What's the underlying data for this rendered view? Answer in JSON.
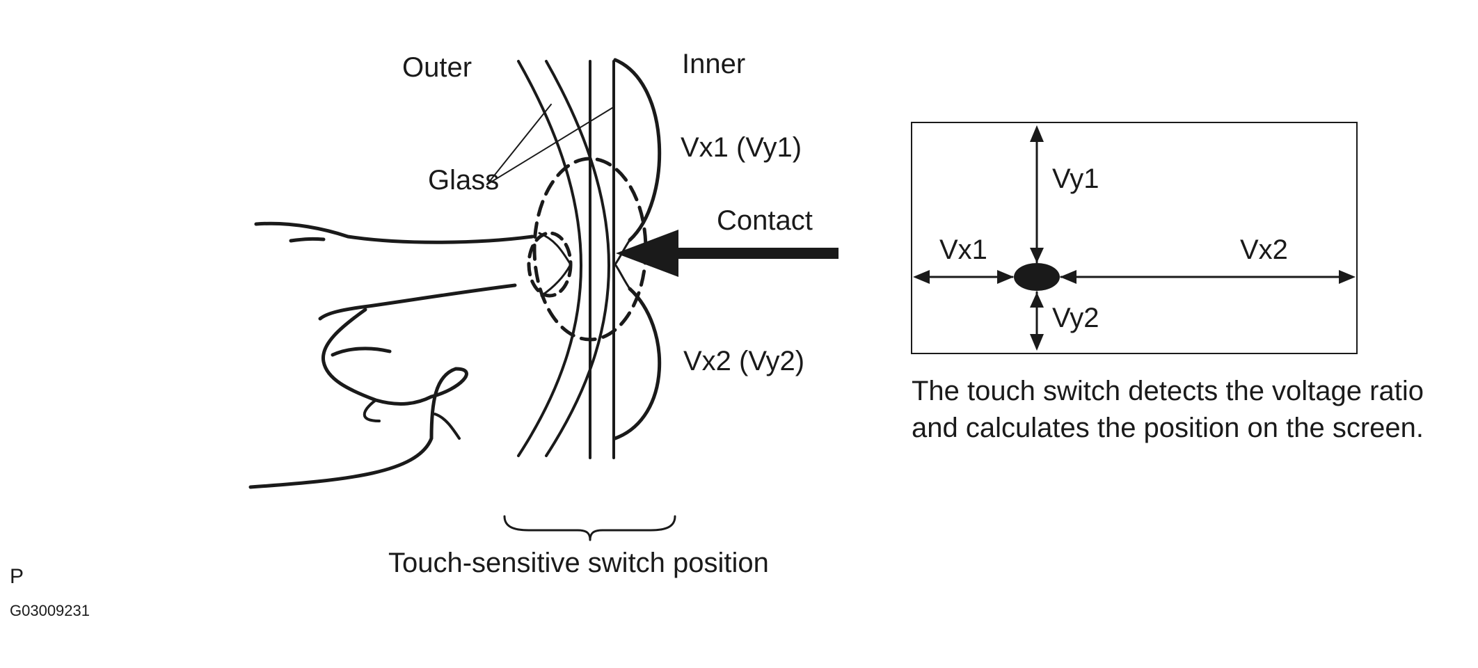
{
  "labels": {
    "outer": "Outer",
    "inner": "Inner",
    "glass": "Glass",
    "vx1_vy1": "Vx1 (Vy1)",
    "vx2_vy2": "Vx2 (Vy2)",
    "contact": "Contact",
    "switch_position": "Touch-sensitive switch position",
    "screen_vy1": "Vy1",
    "screen_vy2": "Vy2",
    "screen_vx1": "Vx1",
    "screen_vx2": "Vx2",
    "description_line1": "The touch switch detects the voltage ratio",
    "description_line2": "and calculates the position on the screen.",
    "corner_letter": "P",
    "figure_code": "G03009231"
  },
  "colors": {
    "ink": "#1a1a1a",
    "background": "#ffffff"
  }
}
